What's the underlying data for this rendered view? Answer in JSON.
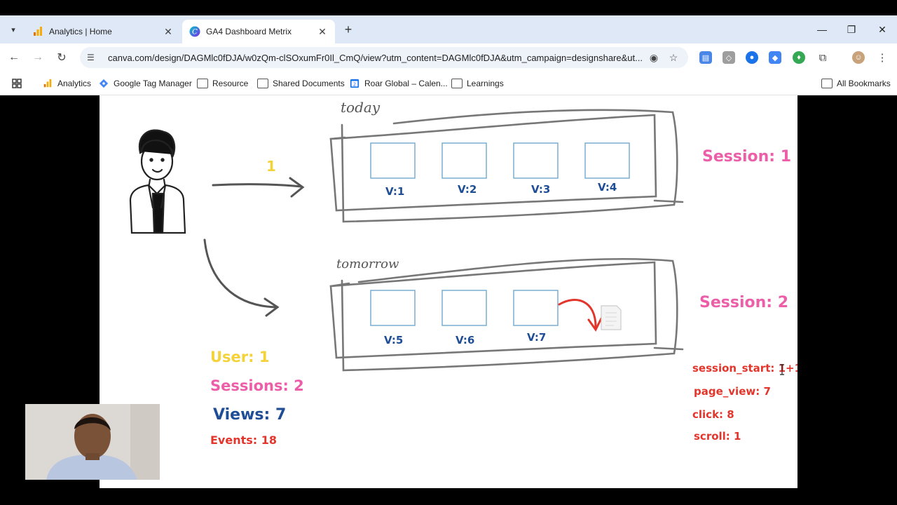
{
  "tabs": [
    {
      "title": "Analytics | Home",
      "active": false,
      "icon": "analytics-icon"
    },
    {
      "title": "GA4 Dashboard Metrix",
      "active": true,
      "icon": "canva-icon"
    }
  ],
  "toolbar": {
    "url": "canva.com/design/DAGMlc0fDJA/w0zQm-clSOxumFr0Il_CmQ/view?utm_content=DAGMlc0fDJA&utm_campaign=designshare&ut..."
  },
  "bookmarks": [
    {
      "label": "Analytics",
      "icon": "analytics-icon"
    },
    {
      "label": "Google Tag Manager",
      "icon": "gtm-icon"
    },
    {
      "label": "Resource",
      "icon": "folder-icon"
    },
    {
      "label": "Shared Documents",
      "icon": "folder-icon"
    },
    {
      "label": "Roar Global – Calen...",
      "icon": "calendar-icon"
    },
    {
      "label": "Learnings",
      "icon": "folder-icon"
    }
  ],
  "all_bookmarks": "All Bookmarks",
  "diagram": {
    "today_label": "today",
    "tomorrow_label": "tomorrow",
    "arrow_count": "1",
    "views_today": [
      "V:1",
      "V:2",
      "V:3",
      "V:4"
    ],
    "views_tomorrow": [
      "V:5",
      "V:6",
      "V:7"
    ],
    "session1": "Session: 1",
    "session2": "Session: 2",
    "user": "User: 1",
    "sessions": "Sessions: 2",
    "views": "Views: 7",
    "events": "Events: 18",
    "session_start": "session_start: 1+1",
    "page_view": "page_view: 7",
    "click": "click: 8",
    "scroll": "scroll: 1"
  },
  "colors": {
    "pink": "#ec5fa8",
    "yellow": "#f3d23a",
    "navy": "#1f4e96",
    "red": "#e2362c",
    "box": "#7aaed0"
  }
}
